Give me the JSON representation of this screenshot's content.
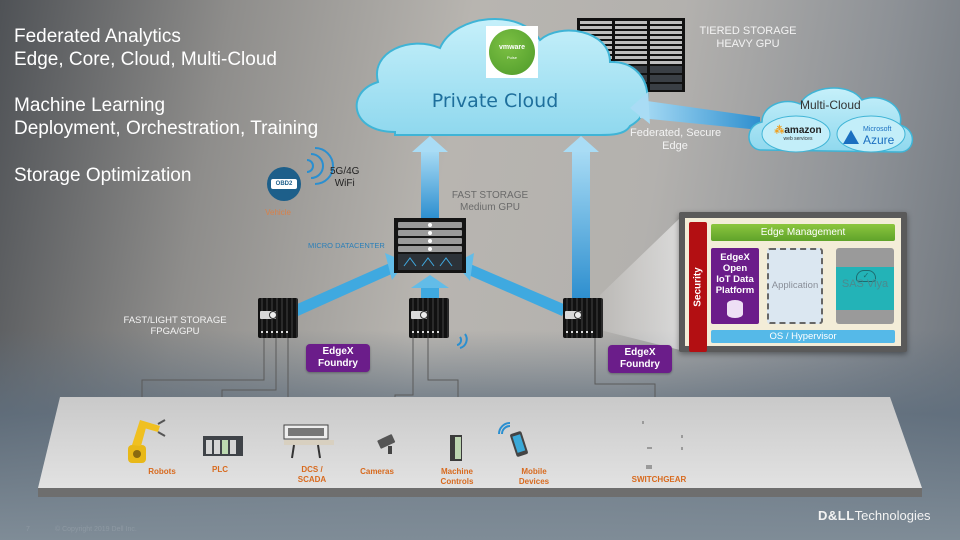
{
  "headlines": [
    {
      "line1": "Federated Analytics",
      "line2": "Edge, Core, Cloud, Multi-Cloud"
    },
    {
      "line1": "Machine Learning",
      "line2": "Deployment, Orchestration, Training"
    },
    {
      "line1": "Storage Optimization"
    }
  ],
  "private_cloud": {
    "label": "Private Cloud",
    "logo_text": "vmware",
    "logo_subtext": "Pulse"
  },
  "tiered_storage": {
    "line1": "TIERED STORAGE",
    "line2": "HEAVY GPU"
  },
  "multi_cloud": {
    "label": "Multi-Cloud",
    "providers": [
      "amazon web services",
      "Microsoft Azure"
    ],
    "amazon": "amazon",
    "amazon_sub": "web services",
    "azure_top": "Microsoft",
    "azure": "Azure"
  },
  "federated_edge": {
    "line1": "Federated, Secure",
    "line2": "Edge"
  },
  "vehicle": {
    "label": "Vehicle",
    "icon_text": "OBD2",
    "connectivity_line1": "5G/4G",
    "connectivity_line2": "WiFi"
  },
  "micro_datacenter": {
    "label": "MICRO DATACENTER",
    "storage_line1": "FAST STORAGE",
    "storage_line2": "Medium GPU"
  },
  "edge_gateways": {
    "storage_line1": "FAST/LIGHT STORAGE",
    "storage_line2": "FPGA/GPU"
  },
  "edgex_badges": [
    {
      "line1": "EdgeX",
      "line2": "Foundry"
    },
    {
      "line1": "EdgeX",
      "line2": "Foundry"
    }
  ],
  "edge_stack": {
    "security": "Security",
    "edge_management": "Edge Management",
    "edgex_platform": [
      "EdgeX",
      "Open",
      "IoT Data",
      "Platform"
    ],
    "application": "Application",
    "sas": "SAS Viya",
    "os": "OS / Hypervisor"
  },
  "devices": [
    {
      "line1": "Robots"
    },
    {
      "line1": "PLC"
    },
    {
      "line1": "DCS /",
      "line2": "SCADA"
    },
    {
      "line1": "Cameras"
    },
    {
      "line1": "Machine",
      "line2": "Controls"
    },
    {
      "line1": "Mobile",
      "line2": "Devices"
    },
    {
      "line1": "SWITCHGEAR"
    }
  ],
  "footer": {
    "brand_bold": "D&LL",
    "brand_text": "Technologies",
    "copyright": "© Copyright 2019 Dell Inc.",
    "page": "7"
  },
  "colors": {
    "arrow": "#3fa9e0",
    "cloud": "#9fe0f0",
    "cloud_text": "#1e6f9c",
    "edgex": "#6b1d8a",
    "orange_label": "#d86a1e",
    "security": "#b30f12",
    "edge_mgmt": "#6fb22f",
    "os": "#55b9e8"
  }
}
